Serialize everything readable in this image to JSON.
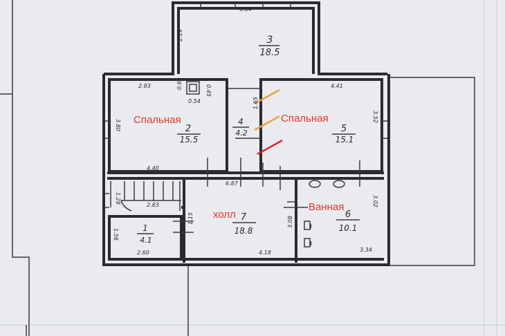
{
  "colors": {
    "paper": "#e9ebee",
    "line": "#2b2b2f",
    "annotation_red": "#e5352b",
    "marker_orange": "#f0a040",
    "marker_red": "#e0202a"
  },
  "rooms": [
    {
      "number": "1",
      "area": "4.1"
    },
    {
      "number": "2",
      "area": "15.5"
    },
    {
      "number": "3",
      "area": "18.5"
    },
    {
      "number": "4",
      "area": "4.2"
    },
    {
      "number": "5",
      "area": "15.1"
    },
    {
      "number": "6",
      "area": "10.1"
    },
    {
      "number": "7",
      "area": "18.8"
    }
  ],
  "dimensions": {
    "d_6_64": "6.64",
    "d_2_19": "2.19",
    "d_2_93": "2.93",
    "d_4_41": "4.41",
    "d_3_80": "3.80",
    "d_3_52": "3.52",
    "d_4_40": "4.40",
    "d_1_65": "1.65",
    "d_0_54": "0.54",
    "d_0_60": "0.60",
    "d_0_45": "0.45",
    "d_6_87": "6.87",
    "d_2_83": "2.83",
    "d_1_28": "1.28",
    "d_1_58": "1.58",
    "d_2_60": "2.60",
    "d_1_15": "1.15",
    "d_3_08": "3.08",
    "d_4_18": "4.18",
    "d_3_02": "3.02",
    "d_3_34": "3.34"
  },
  "labels": {
    "bedroom_left": "Спальная",
    "bedroom_right": "Спальная",
    "hall": "холл",
    "bathroom": "Ванная"
  }
}
